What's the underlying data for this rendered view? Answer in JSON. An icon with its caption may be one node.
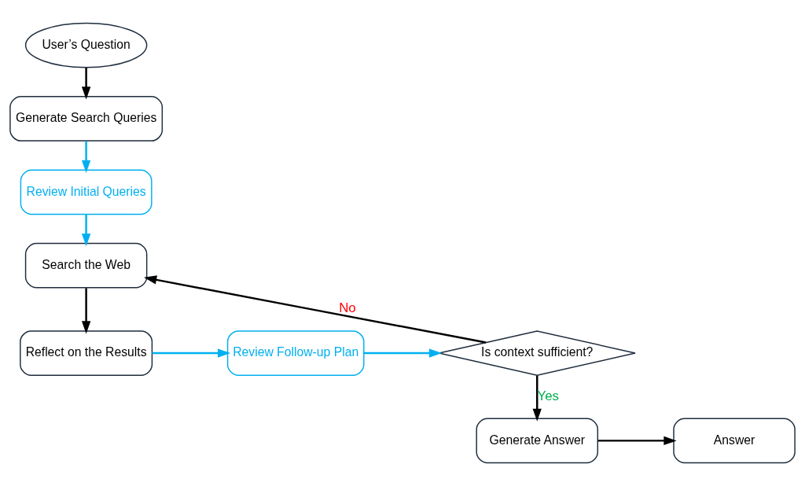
{
  "diagram": {
    "nodes": [
      {
        "text": [
          "User’s Question"
        ]
      },
      {
        "text": [
          "Generate Search Queries"
        ]
      },
      {
        "text": [
          "Review Initial Queries"
        ]
      },
      {
        "text": [
          "Search the Web"
        ]
      },
      {
        "text": [
          "Reflect on the Results"
        ]
      },
      {
        "text": [
          "Review Follow-up Plan"
        ]
      },
      {
        "text": [
          "Is context sufficient?"
        ]
      },
      {
        "text": [
          "Generate Answer"
        ]
      },
      {
        "text": [
          "Answer"
        ]
      }
    ],
    "edges": [
      {
        "from": 0,
        "to": 1,
        "arrow": "to"
      },
      {
        "from": 1,
        "to": 2,
        "arrow": "to",
        "color": "#00b0f0"
      },
      {
        "from": 2,
        "to": 3,
        "arrow": "to",
        "color": "#00b0f0"
      },
      {
        "from": 3,
        "to": 4,
        "arrow": "to"
      },
      {
        "from": 4,
        "to": 5,
        "arrow": "to",
        "color": "#00b0f0"
      },
      {
        "from": 5,
        "to": 6,
        "arrow": "to",
        "color": "#00b0f0"
      },
      {
        "from": 6,
        "to": 3,
        "arrow": "to",
        "label": "No"
      },
      {
        "from": 6,
        "to": 7,
        "arrow": "to",
        "label": "Yes"
      },
      {
        "from": 7,
        "to": 8,
        "arrow": "to"
      }
    ]
  }
}
